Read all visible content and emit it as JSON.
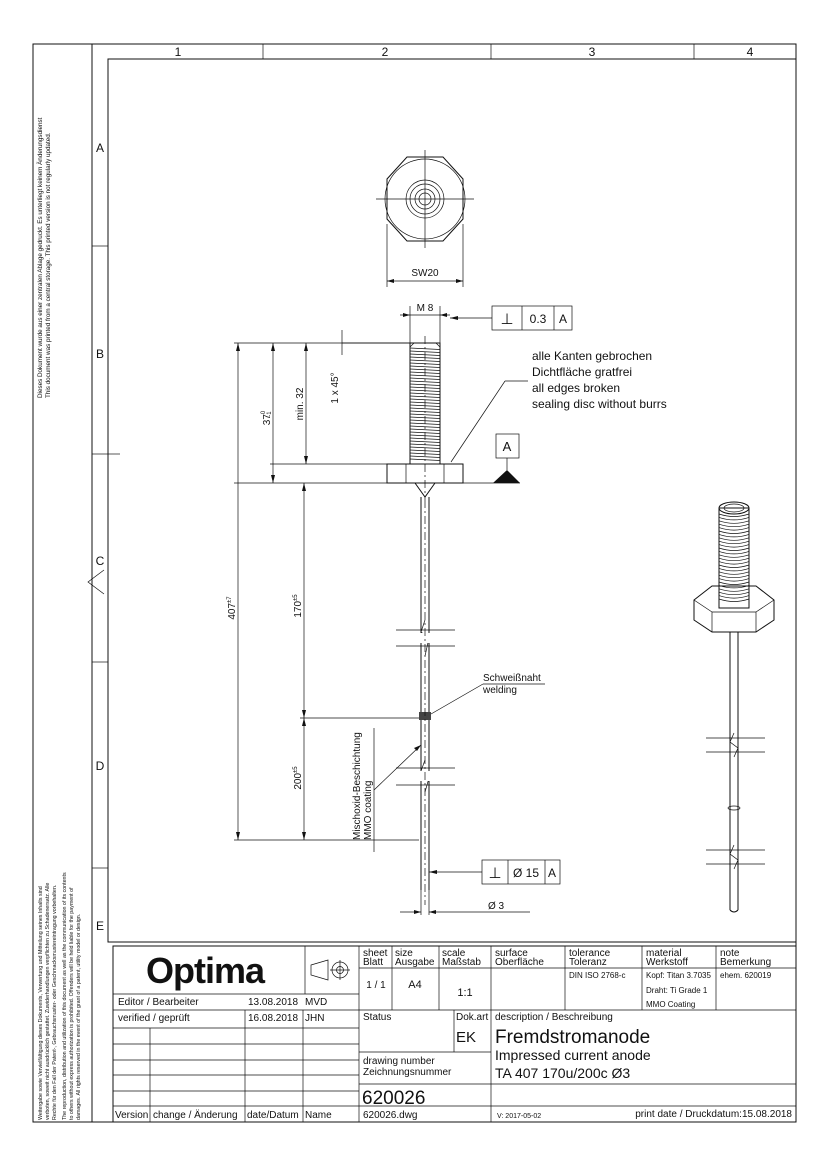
{
  "frame": {
    "columns": [
      "1",
      "2",
      "3",
      "4"
    ],
    "rows": [
      "A",
      "B",
      "C",
      "D",
      "E"
    ]
  },
  "side_notice_de": "Dieses Dokument wurde aus einer zentralen Ablage gedruckt. Es unterliegt keinem Änderungsdienst",
  "side_notice_en": "This document was printed from a central storage. This printed version is not regularly updated.",
  "copyright_de_1": "Weitergabe sowie Vervielfältigung dieses Dokuments, Verwertung und Mitteilung seines Inhalts sind",
  "copyright_de_2": "verboten, soweit nicht ausdrücklich gestattet. Zuwiderhandlungen verpflichten zu Schadenersatz. Alle",
  "copyright_de_3": "Rechte für den Fall der Patent-, Gebrauchsmuster- oder Geschmacksmustereintragung vorbehalten.",
  "copyright_en_1": "The reproduction, distribution and utilization of this document as well as the communication of its contents",
  "copyright_en_2": "to others without express authorization is prohibited. Offenders will be held liable for the payment of",
  "copyright_en_3": "damages. All rights reserved in the event of the grant of a patent, utility model or design.",
  "drawing": {
    "sw_label": "SW20",
    "thread_label": "M 8",
    "tol_perp_1": {
      "symbol": "⊥",
      "value": "0.3",
      "datum": "A"
    },
    "tol_perp_2": {
      "symbol": "⊥",
      "value": "Ø 15",
      "datum": "A"
    },
    "datum_label": "A",
    "note_lines": [
      "alle Kanten gebrochen",
      "Dichtfläche gratfrei",
      "all edges broken",
      "sealing disc without burrs"
    ],
    "chamfer": "1 x 45°",
    "dim_min32": "min. 32",
    "dim_37": "37",
    "dim_37_tol": "0",
    "dim_37_tol2": "-1",
    "dim_407": "407",
    "dim_407_tol": "±7",
    "dim_170": "170",
    "dim_170_tol": "±5",
    "dim_200": "200",
    "dim_200_tol": "±5",
    "weld_de": "Schweißnaht",
    "weld_en": "welding",
    "coating_de": "Mischoxid-Beschichtung",
    "coating_en": "MMO coating",
    "dia_wire": "Ø 3"
  },
  "title_block": {
    "logo": "Optima",
    "sheet_h": [
      "sheet",
      "Blatt"
    ],
    "size_h": [
      "size",
      "Ausgabe"
    ],
    "scale_h": [
      "scale",
      "Maßstab"
    ],
    "surface_h": [
      "surface",
      "Oberfläche"
    ],
    "tolerance_h": [
      "tolerance",
      "Toleranz"
    ],
    "material_h": [
      "material",
      "Werkstoff"
    ],
    "note_h": [
      "note",
      "Bemerkung"
    ],
    "sheet_v": "1 / 1",
    "size_v": "A4",
    "scale_v": "1:1",
    "tolerance_v": "DIN ISO 2768-c",
    "material_v": [
      "Kopf: Titan 3.7035",
      "Draht: Ti Grade 1",
      "MMO Coating"
    ],
    "note_v": "ehem. 620019",
    "editor_label": "Editor / Bearbeiter",
    "editor_date": "13.08.2018",
    "editor_name": "MVD",
    "verified_label": "verified / geprüft",
    "verified_date": "16.08.2018",
    "verified_name": "JHN",
    "status_label": "Status",
    "dokart_label": "Dok.art",
    "dokart_value": "EK",
    "description_label": "description / Beschreibung",
    "title_de": "Fremdstromanode",
    "title_en": "Impressed current anode",
    "title_spec": "TA 407  170u/200c Ø3",
    "drawing_number_label": [
      "drawing number",
      "Zeichnungsnummer"
    ],
    "drawing_number": "620026",
    "file_name": "620026.dwg",
    "version_label": "V: 2017-05-02",
    "print_date": "print date / Druckdatum:15.08.2018",
    "rev_headers": [
      "Version",
      "change / Änderung",
      "date/Datum",
      "Name"
    ]
  }
}
